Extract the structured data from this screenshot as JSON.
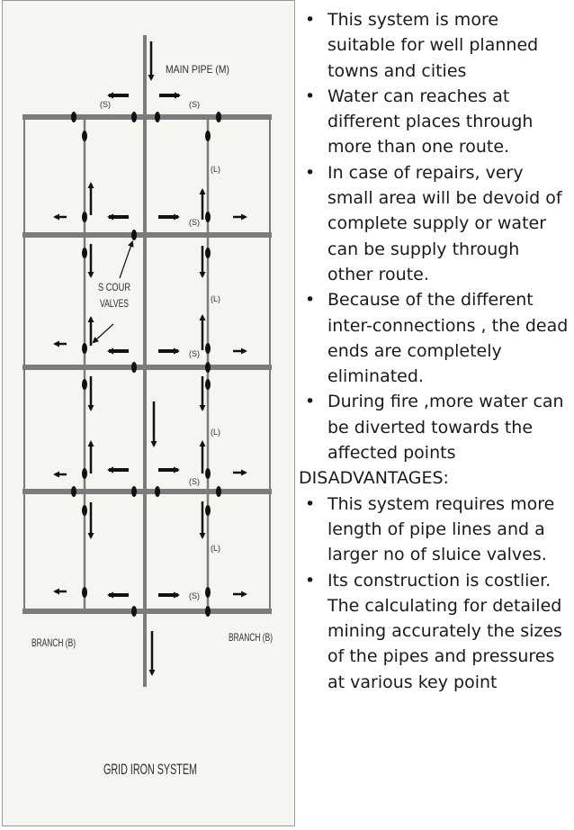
{
  "diagram": {
    "main_pipe_label": "MAIN PIPE (M)",
    "sub_main_label": "(S)",
    "lateral_label": "(L)",
    "scour_valves_label_line1": "S COUR",
    "scour_valves_label_line2": "VALVES",
    "branch_left_label": "BRANCH (B)",
    "branch_right_label": "BRANCH (B)",
    "caption": "GRID IRON SYSTEM"
  },
  "notes": {
    "advantages": [
      "This system is more suitable for well planned towns and cities",
      "Water can reaches at different places through more than one route.",
      "In case of repairs, very small area will be devoid of complete supply or water can be supply through other route.",
      "Because of the different inter-connections , the dead ends are completely eliminated.",
      "During fire ,more water can be diverted towards the affected points"
    ],
    "disadvantages_heading": "DISADVANTAGES:",
    "disadvantages": [
      "This system requires more length of pipe lines and a larger  no of sluice valves.",
      "Its construction is costlier. The calculating for detailed mining accurately the sizes of the pipes and pressures at various  key point"
    ]
  }
}
